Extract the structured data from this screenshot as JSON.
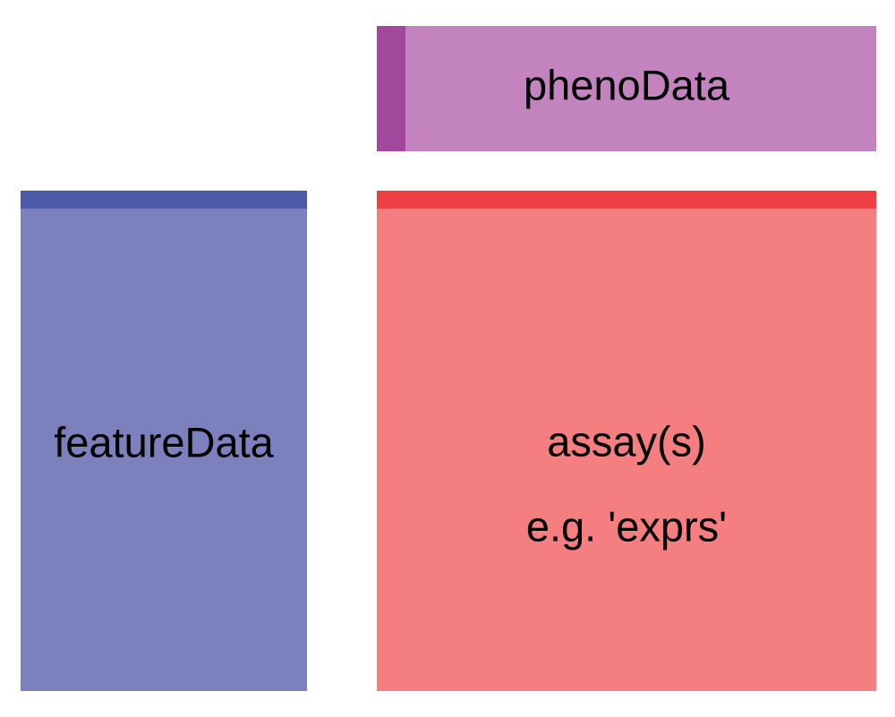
{
  "diagram": {
    "description": "ExpressionSet structure diagram with three colored blocks",
    "background_color": "#ffffff",
    "text_color": "#000000",
    "blocks": {
      "phenoData": {
        "label": "phenoData",
        "body_color": "#c283bf",
        "accent_color": "#a1479e",
        "accent_side": "left"
      },
      "featureData": {
        "label": "featureData",
        "body_color": "#7c80bd",
        "accent_color": "#4c59a8",
        "accent_side": "top"
      },
      "assay": {
        "label": "assay(s)",
        "sublabel": "e.g. 'exprs'",
        "body_color": "#f47e80",
        "accent_color": "#ee4043",
        "accent_side": "top"
      }
    }
  }
}
